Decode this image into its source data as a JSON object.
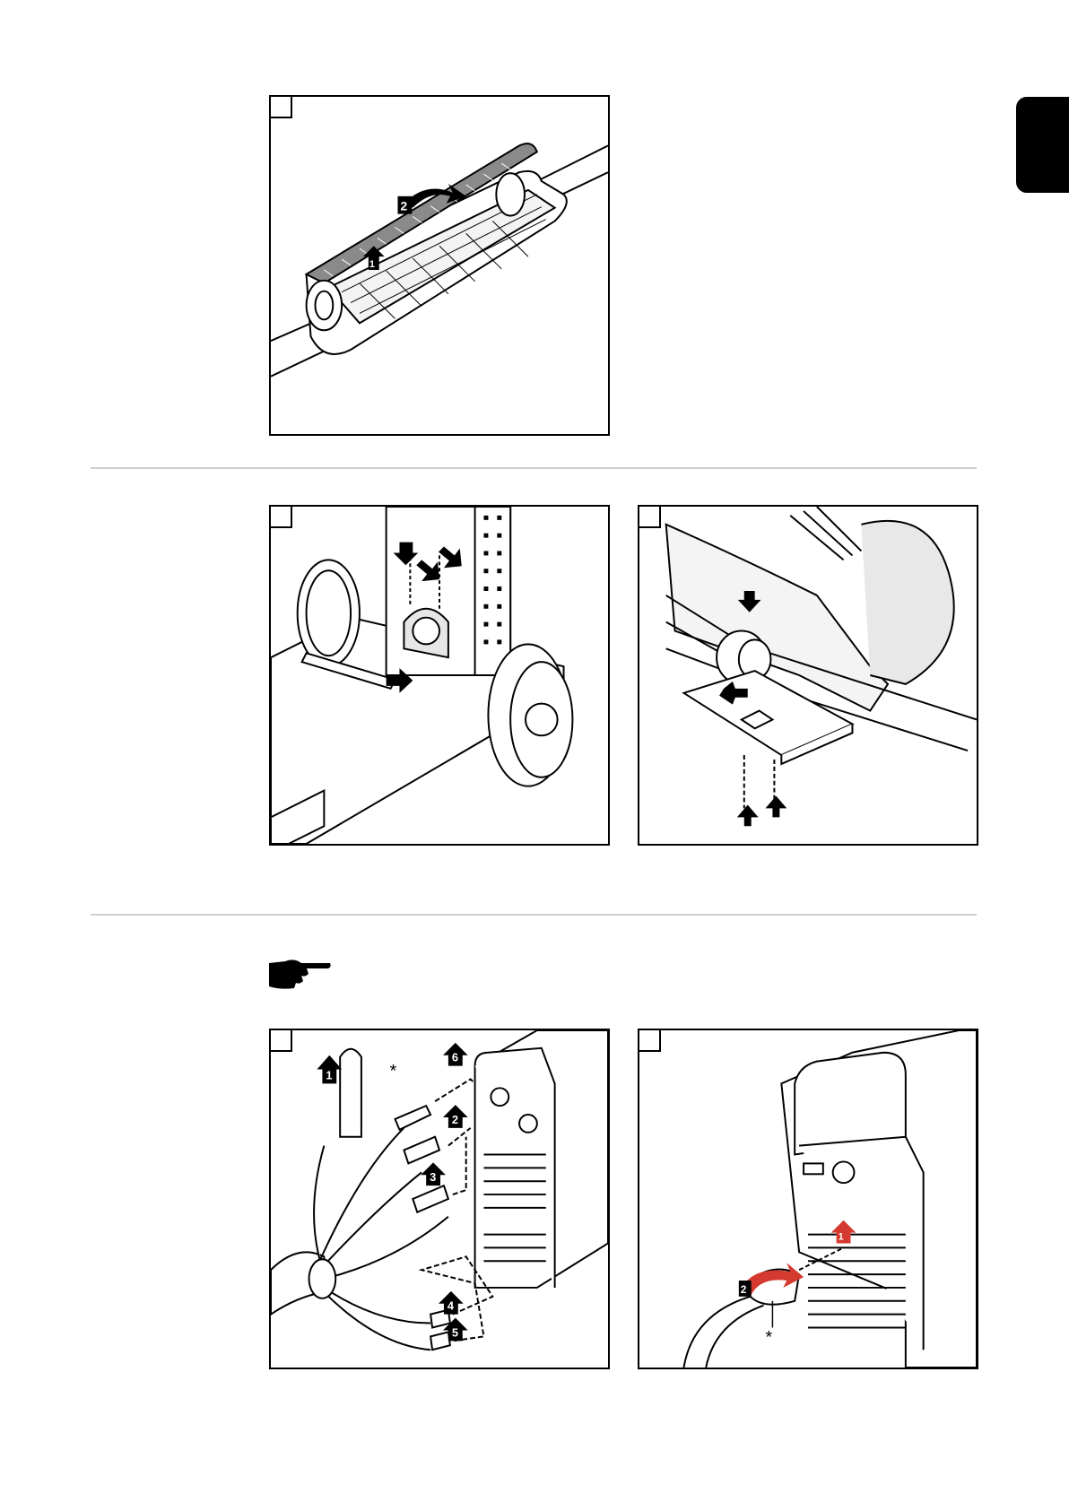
{
  "page": {
    "side_tab_color": "#000000",
    "separator_color": "#cfcfcf",
    "arrow_accent": "#d43a2f"
  },
  "figures": [
    {
      "id": "fig-1",
      "callouts": [
        "2",
        "1"
      ]
    },
    {
      "id": "fig-2",
      "callouts": []
    },
    {
      "id": "fig-3",
      "callouts": []
    },
    {
      "id": "fig-4",
      "callouts": [
        "1",
        "*",
        "6",
        "2",
        "3",
        "4",
        "5"
      ]
    },
    {
      "id": "fig-5",
      "callouts": [
        "1",
        "2",
        "*"
      ]
    }
  ],
  "note_icon": "pointing-hand-icon"
}
